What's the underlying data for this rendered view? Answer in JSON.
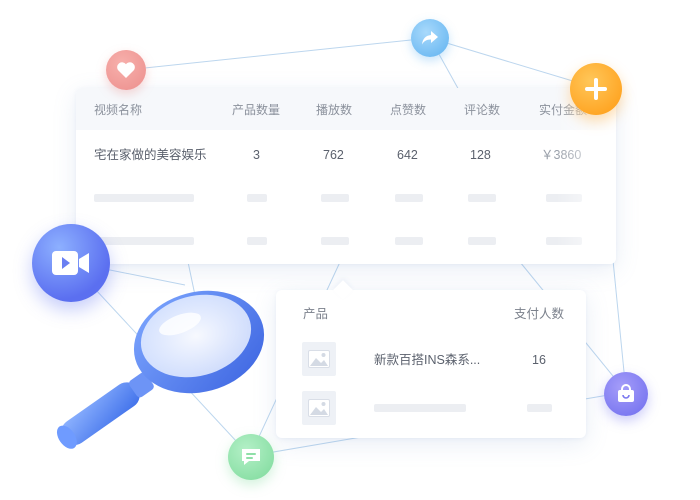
{
  "video_table": {
    "headers": [
      "视频名称",
      "产品数量",
      "播放数",
      "点赞数",
      "评论数",
      "实付金额"
    ],
    "row": {
      "name": "宅在家做的美容娱乐",
      "product_count": "3",
      "plays": "762",
      "likes": "642",
      "comments": "128",
      "paid_amount": "￥3860"
    }
  },
  "product_table": {
    "headers": [
      "产品",
      "支付人数"
    ],
    "row": {
      "name": "新款百搭INS森系...",
      "payers": "16"
    }
  },
  "icons": {
    "heart": "heart-icon",
    "share": "share-icon",
    "plus": "plus-icon",
    "video": "video-camera-icon",
    "message": "message-icon",
    "bag": "shopping-bag-icon",
    "magnifier": "magnifier-icon",
    "image": "image-placeholder-icon"
  },
  "colors": {
    "heart": "#ef8e8e",
    "share": "#6cbcf2",
    "plus": "#ffa41f",
    "video": "#5b7df5",
    "message": "#7fdc9c",
    "bag": "#7a76f0",
    "magnifier": "#4d7ff0"
  }
}
